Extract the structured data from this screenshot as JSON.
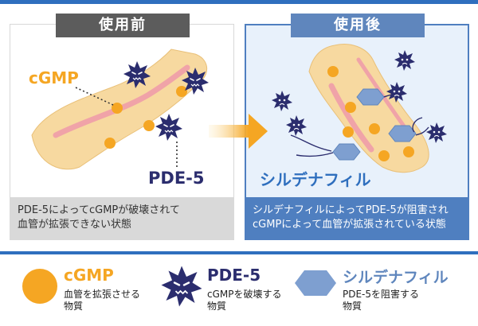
{
  "before": {
    "badge": "使用前",
    "cgmp_label": "cGMP",
    "pde5_label": "PDE-5",
    "caption_line1": "PDE-5によってcGMPが破壊されて",
    "caption_line2": "血管が拡張できない状態"
  },
  "after": {
    "badge": "使用後",
    "sildenafil_label": "シルデナフィル",
    "caption_line1": "シルデナフィルによってPDE-5が阻害され",
    "caption_line2": "cGMPによって血管が拡張されている状態"
  },
  "legend": {
    "cgmp": {
      "title": "cGMP",
      "desc1": "血管を拡張させる",
      "desc2": "物質"
    },
    "pde5": {
      "title": "PDE-5",
      "desc1": "cGMPを破壊する",
      "desc2": "物質"
    },
    "sildenafil": {
      "title": "シルデナフィル",
      "desc1": "PDE-5を阻害する",
      "desc2": "物質"
    }
  },
  "colors": {
    "accent_blue": "#2f6fbe",
    "cgmp_orange": "#f5a623",
    "pde5_navy": "#2b2d6e",
    "sildenafil_blue": "#7e9fd0",
    "vessel": "#f7d9a0"
  }
}
